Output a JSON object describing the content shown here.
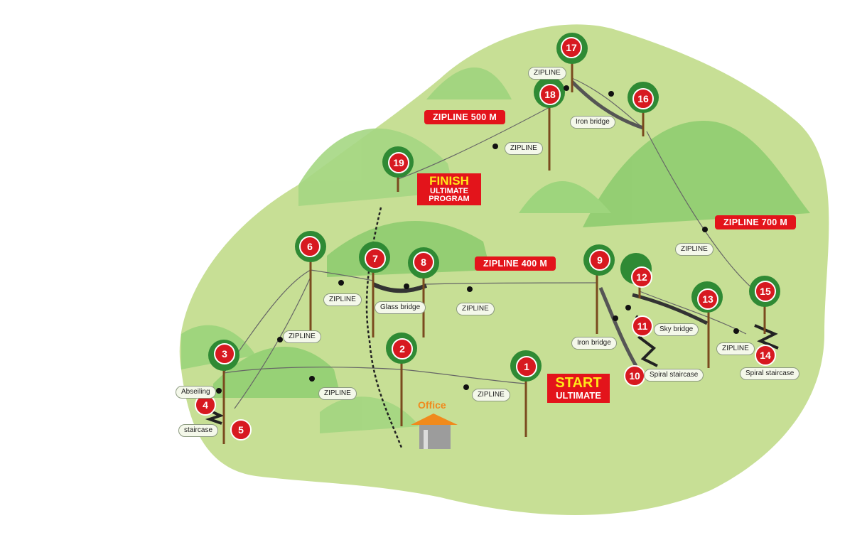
{
  "stations": [
    {
      "n": "1",
      "name": "station-1"
    },
    {
      "n": "2",
      "name": "station-2"
    },
    {
      "n": "3",
      "name": "station-3"
    },
    {
      "n": "4",
      "name": "station-4"
    },
    {
      "n": "5",
      "name": "station-5"
    },
    {
      "n": "6",
      "name": "station-6"
    },
    {
      "n": "7",
      "name": "station-7"
    },
    {
      "n": "8",
      "name": "station-8"
    },
    {
      "n": "9",
      "name": "station-9"
    },
    {
      "n": "10",
      "name": "station-10"
    },
    {
      "n": "11",
      "name": "station-11"
    },
    {
      "n": "12",
      "name": "station-12"
    },
    {
      "n": "13",
      "name": "station-13"
    },
    {
      "n": "14",
      "name": "station-14"
    },
    {
      "n": "15",
      "name": "station-15"
    },
    {
      "n": "16",
      "name": "station-16"
    },
    {
      "n": "17",
      "name": "station-17"
    },
    {
      "n": "18",
      "name": "station-18"
    },
    {
      "n": "19",
      "name": "station-19"
    }
  ],
  "labels": {
    "zipline": "ZIPLINE",
    "abseiling": "Abseiling",
    "staircase": "staircase",
    "glass_bridge": "Glass bridge",
    "iron_bridge": "Iron bridge",
    "sky_bridge": "Sky bridge",
    "spiral_staircase": "Spiral staircase"
  },
  "big_labels": {
    "z500": "ZIPLINE 500 M",
    "z400": "ZIPLINE 400 M",
    "z700": "ZIPLINE 700 M"
  },
  "start": {
    "line1": "START",
    "line2": "ULTIMATE"
  },
  "finish": {
    "line1": "FINISH",
    "line2": "ULTIMATE",
    "line3": "PROGRAM"
  },
  "office": "Office",
  "colors": {
    "island": "#c7df95",
    "hill": "#8ccf6e",
    "tree": "#2f8a34",
    "marker": "#d71920",
    "flag": "#e3141b",
    "flag_text": "#ffe71a",
    "office": "#f08a1d"
  }
}
